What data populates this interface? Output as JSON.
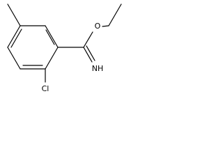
{
  "molecule": {
    "atoms": {
      "oxygen": "O",
      "imine": "NH",
      "chlorine": "Cl"
    }
  }
}
